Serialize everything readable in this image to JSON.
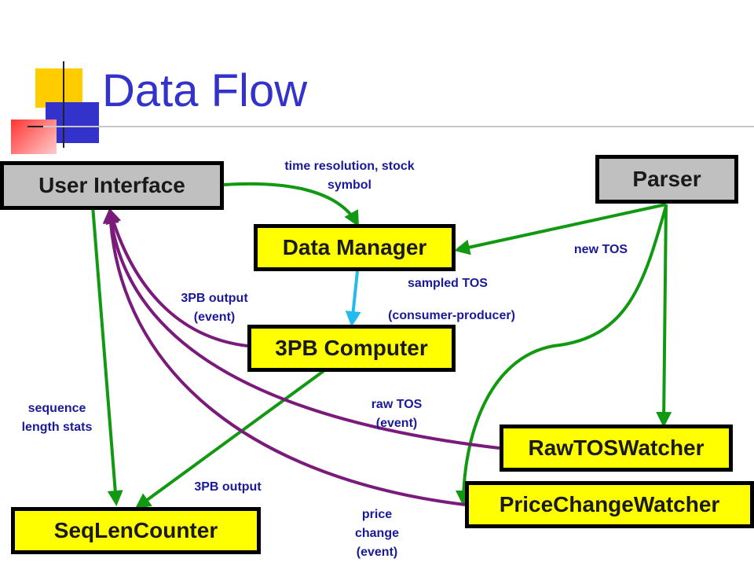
{
  "title": "Data Flow",
  "colors": {
    "title": "#3333cc",
    "edge_green": "#119911",
    "edge_purple": "#7a1a7a",
    "edge_blue": "#22bbee",
    "label": "#1a1a99",
    "node_gray": "#c0c0c0",
    "node_yellow": "#ffff00"
  },
  "nodes": {
    "user_interface": "User Interface",
    "parser": "Parser",
    "data_manager": "Data Manager",
    "computer_3pb": "3PB Computer",
    "raw_tos_watcher": "RawTOSWatcher",
    "price_change_watcher": "PriceChangeWatcher",
    "seq_len_counter": "SeqLenCounter"
  },
  "labels": {
    "time_resolution_1": "time resolution, stock",
    "time_resolution_2": "symbol",
    "new_tos": "new TOS",
    "sampled_tos": "sampled TOS",
    "consumer_producer": "(consumer-producer)",
    "output_event_1": "3PB output",
    "output_event_2": "(event)",
    "sequence_1": "sequence",
    "sequence_2": "length stats",
    "raw_tos_1": "raw TOS",
    "raw_tos_2": "(event)",
    "output_3pb": "3PB output",
    "price_change_1": "price",
    "price_change_2": "change",
    "price_change_3": "(event)"
  }
}
